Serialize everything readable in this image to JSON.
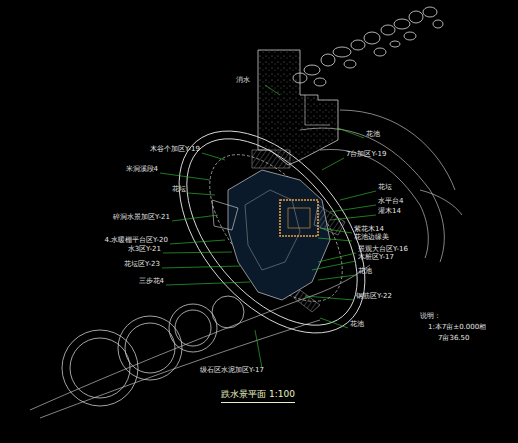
{
  "diagram": {
    "title": "跌水景平面 1:100",
    "labels": [
      "消水",
      "花池",
      "木谷个加区Y-19",
      "7台加区Y-19",
      "米洞溪段4",
      "花坛",
      "花坛",
      "水平台4",
      "灌木14",
      "碎洞水景加区Y-21",
      "紫花木14",
      "花池边缘美",
      "4.水暖棚平台区Y-20",
      "水3区Y-21",
      "景观大台区Y-16",
      "木桩区Y-17",
      "花坛区Y-23",
      "花池",
      "三步花4",
      "钢筋区Y-22",
      "花池",
      "级石区水泥加区Y-17",
      "说明：",
      "1:本7亩±0.000相",
      "7亩36.50"
    ]
  }
}
